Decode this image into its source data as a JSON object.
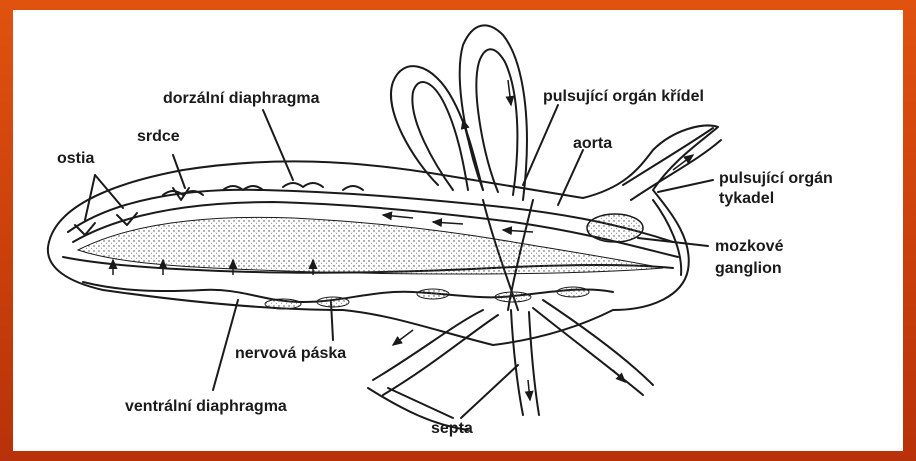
{
  "diagram": {
    "labels": {
      "ostia": "ostia",
      "srdce": "srdce",
      "dorsal_diaphragm": "dorzální diaphragma",
      "wing_organ": "pulsující orgán křídel",
      "aorta": "aorta",
      "antenna_organ_line1": "pulsující orgán",
      "antenna_organ_line2": "tykadel",
      "brain_line1": "mozkové",
      "brain_line2": "ganglion",
      "nerve_cord": "nervová páska",
      "ventral_diaphragm": "ventrální diaphragma",
      "septa": "septa"
    }
  },
  "colors": {
    "frame": "#c73a0c",
    "ink": "#1a1a1a",
    "background": "#ffffff"
  }
}
